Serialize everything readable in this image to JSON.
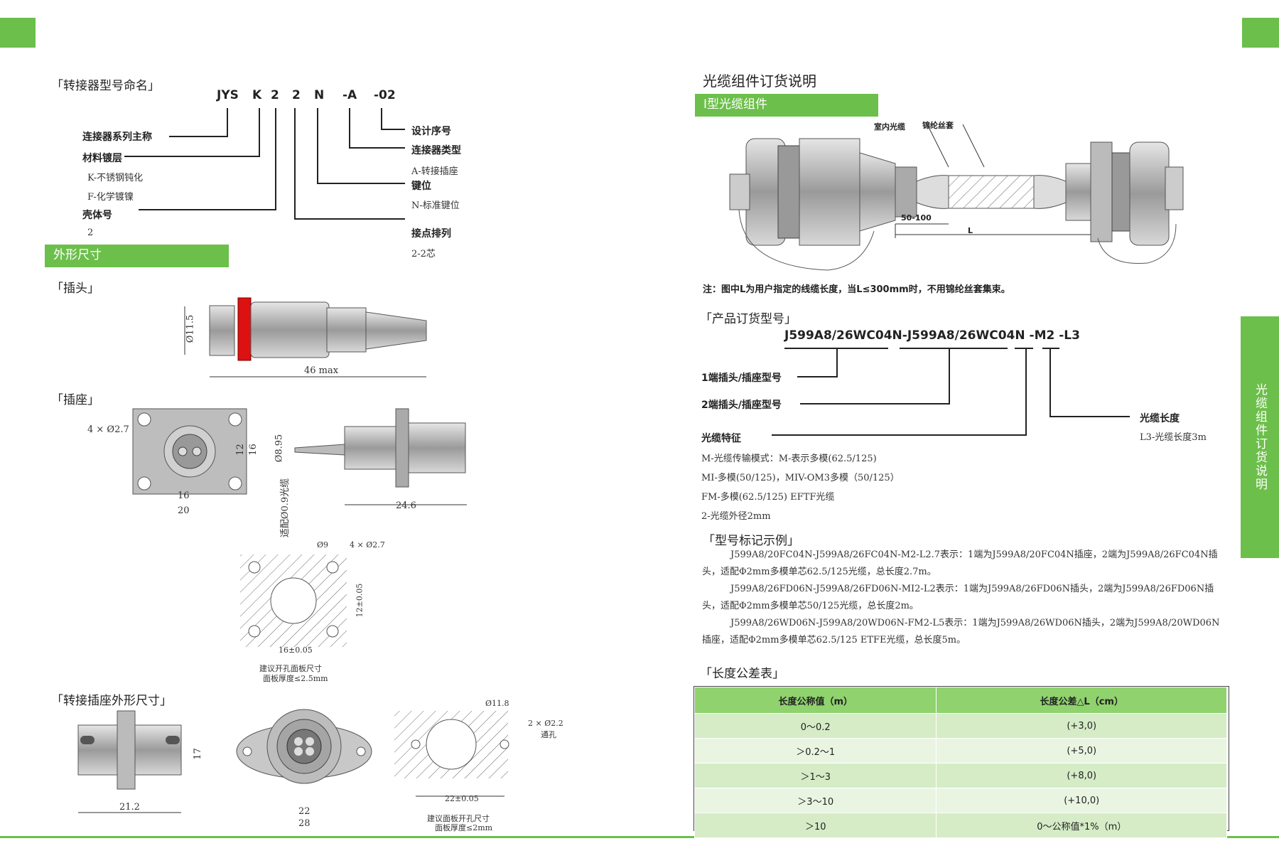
{
  "left": {
    "naming_title": "「转接器型号命名」",
    "code_parts": [
      "JYS",
      "K",
      "2",
      "2",
      "N",
      "-A",
      "-02"
    ],
    "labels": {
      "series": "连接器系列主称",
      "material": "材料镀层",
      "material_k": "K-不锈钢钝化",
      "material_f": "F-化学镀镍",
      "shell": "壳体号",
      "shell_val": "2",
      "design": "设计序号",
      "type": "连接器类型",
      "type_val": "A-转接插座",
      "key": "键位",
      "key_val": "N-标准键位",
      "contact": "接点排列",
      "contact_val": "2-2芯"
    },
    "dim_bar": "外形尺寸",
    "plug_title": "「插头」",
    "socket_title": "「插座」",
    "adapter_title": "「转接插座外形尺寸」",
    "dims": {
      "plug_dia": "Ø11.5",
      "plug_len": "46 max",
      "sock_holes": "4 × Ø2.7",
      "sock_12": "12",
      "sock_16v": "16",
      "sock_16": "16",
      "sock_20": "20",
      "sock_dia": "Ø8.95",
      "sock_cable": "适配Ø0.9光缆",
      "sock_len": "24.6",
      "cut_dia": "Ø9",
      "cut_holes": "4 × Ø2.7",
      "cut_12": "12±0.05",
      "cut_16": "16±0.05",
      "cut_note1": "建议开孔面板尺寸",
      "cut_note2": "面板厚度≤2.5mm",
      "ad_17": "17",
      "ad_212": "21.2",
      "ad_22": "22",
      "ad_28": "28",
      "ad_cut_dia": "Ø11.8",
      "ad_cut_holes": "2 × Ø2.2",
      "ad_cut_through": "通孔",
      "ad_cut_22": "22±0.05",
      "ad_cut_note1": "建议面板开孔尺寸",
      "ad_cut_note2": "面板厚度≤2mm"
    }
  },
  "right": {
    "title": "光缆组件订货说明",
    "i_bar": "I型光缆组件",
    "cable_labels": {
      "indoor": "室内光缆",
      "sleeve": "锦纶丝套",
      "range": "50-100",
      "L": "L"
    },
    "note": "注：图中L为用户指定的线缆长度，当L≤300mm时，不用锦纶丝套集束。",
    "order_title": "「产品订货型号」",
    "order_code": "J599A8/26WC04N-J599A8/26WC04N -M2 -L3",
    "order_labels": {
      "end1": "1端插头/插座型号",
      "end2": "2端插头/插座型号",
      "length": "光缆长度",
      "length_val": "L3-光缆长度3m",
      "feature": "光缆特征"
    },
    "features": [
      "M-光缆传输模式：M-表示多模(62.5/125)",
      "MI-多模(50/125)，MIV-OM3多模（50/125）",
      "FM-多模(62.5/125) EFTF光缆",
      "2-光缆外径2mm"
    ],
    "example_title": "「型号标记示例」",
    "examples": [
      "J599A8/20FC04N-J599A8/26FC04N-M2-L2.7表示：1端为J599A8/20FC04N插座，2端为J599A8/26FC04N插头，适配Φ2mm多模单芯62.5/125光缆，总长度2.7m。",
      "J599A8/26FD06N-J599A8/26FD06N-MI2-L2表示：1端为J599A8/26FD06N插头，2端为J599A8/26FD06N插头，适配Φ2mm多模单芯50/125光缆，总长度2m。",
      "J599A8/26WD06N-J599A8/20WD06N-FM2-L5表示：1端为J599A8/26WD06N插头，2端为J599A8/20WD06N插座，适配Φ2mm多模单芯62.5/125 ETFE光缆，总长度5m。"
    ],
    "tol_title": "「长度公差表」",
    "tol_headers": [
      "长度公称值（m）",
      "长度公差△L（cm）"
    ],
    "tol_rows": [
      [
        "0～0.2",
        "(+3,0)"
      ],
      [
        "＞0.2～1",
        "(+5,0)"
      ],
      [
        "＞1～3",
        "(+8,0)"
      ],
      [
        "＞3～10",
        "(+10,0)"
      ],
      [
        "＞10",
        "0～公称值*1%（m）"
      ]
    ],
    "side_tab": "光缆组件订货说明"
  }
}
